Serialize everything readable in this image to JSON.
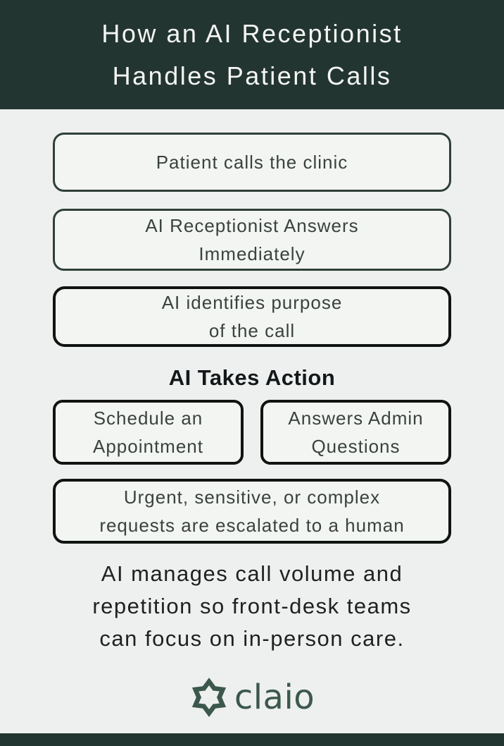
{
  "header": {
    "title_line1": "How an AI Receptionist",
    "title_line2": "Handles Patient Calls"
  },
  "flow": {
    "steps": [
      {
        "label": "Patient calls the clinic",
        "outline": "green"
      },
      {
        "label": "AI Receptionist Answers\nImmediately",
        "outline": "green"
      },
      {
        "label": "AI identifies purpose\nof the call",
        "outline": "black"
      }
    ]
  },
  "actions_section": {
    "heading": "AI Takes Action",
    "options": [
      {
        "label": "Schedule an\nAppointment"
      },
      {
        "label": "Answers Admin\nQuestions"
      }
    ],
    "escalation": {
      "label": "Urgent, sensitive, or complex\nrequests are escalated to a human"
    }
  },
  "summary": {
    "text": "AI manages call volume and\nrepetition so front-desk teams\ncan focus on in-person care."
  },
  "brand": {
    "name": "claio",
    "mark": "asterisk-chevron-icon"
  },
  "colors": {
    "header_bg": "#233530",
    "header_text": "#f4f6f4",
    "page_bg": "#edf0ee",
    "box_bg": "#f3f5f3",
    "green_outline": "#2e3f38",
    "black_outline": "#101411",
    "box_text": "#3a423e",
    "heading_text": "#15181a",
    "summary_text": "#1e211e",
    "logo_green": "#3c584d",
    "footer_bg": "#233530"
  }
}
